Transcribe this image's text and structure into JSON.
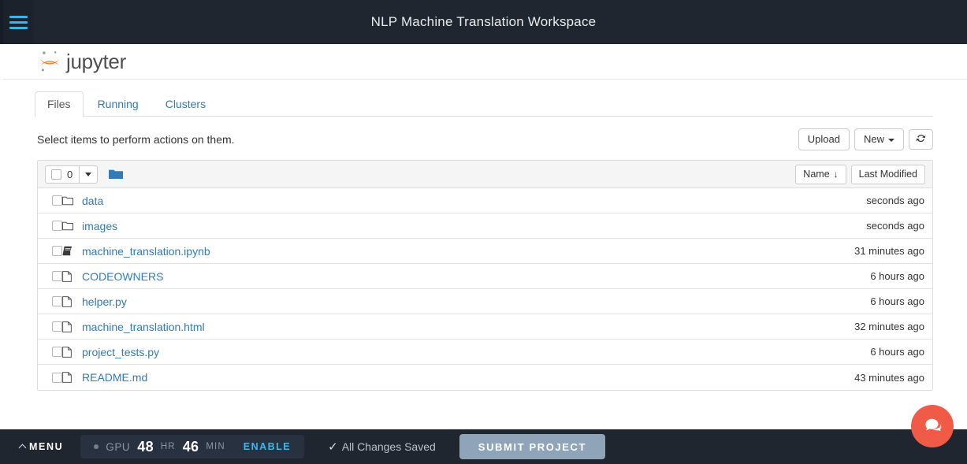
{
  "topbar": {
    "title": "NLP Machine Translation Workspace",
    "menu_icon": "hamburger-icon"
  },
  "logo": {
    "text": "jupyter",
    "mark": "jupyter-logo-icon"
  },
  "tabs": [
    {
      "label": "Files",
      "active": true
    },
    {
      "label": "Running",
      "active": false
    },
    {
      "label": "Clusters",
      "active": false
    }
  ],
  "actionbar": {
    "instruction": "Select items to perform actions on them.",
    "upload_label": "Upload",
    "new_label": "New",
    "refresh_icon": "refresh-icon"
  },
  "list_header": {
    "select_count": "0",
    "folder_icon": "folder-icon",
    "sort_name_label": "Name",
    "sort_name_arrow": "↓",
    "sort_modified_label": "Last Modified"
  },
  "files": [
    {
      "name": "data",
      "icon": "folder",
      "modified": "seconds ago"
    },
    {
      "name": "images",
      "icon": "folder",
      "modified": "seconds ago"
    },
    {
      "name": "machine_translation.ipynb",
      "icon": "notebook",
      "modified": "31 minutes ago"
    },
    {
      "name": "CODEOWNERS",
      "icon": "file",
      "modified": "6 hours ago"
    },
    {
      "name": "helper.py",
      "icon": "file",
      "modified": "6 hours ago"
    },
    {
      "name": "machine_translation.html",
      "icon": "file",
      "modified": "32 minutes ago"
    },
    {
      "name": "project_tests.py",
      "icon": "file",
      "modified": "6 hours ago"
    },
    {
      "name": "README.md",
      "icon": "file",
      "modified": "43 minutes ago"
    }
  ],
  "bottombar": {
    "menu_label": "MENU",
    "gpu_label": "GPU",
    "gpu_hours": "48",
    "gpu_hours_unit": "HR",
    "gpu_minutes": "46",
    "gpu_minutes_unit": "MIN",
    "gpu_enable_label": "ENABLE",
    "saved_label": "All Changes Saved",
    "saved_check": "✓",
    "submit_label": "SUBMIT PROJECT"
  },
  "chat": {
    "icon": "chat-bubble-icon"
  },
  "colors": {
    "header_bg": "#1f2630",
    "accent_cyan": "#3fb8e8",
    "link_blue": "#337ab7",
    "fab_orange": "#ef5b46",
    "submit_btn": "#8fa4b8",
    "jupyter_orange": "#f37726"
  }
}
